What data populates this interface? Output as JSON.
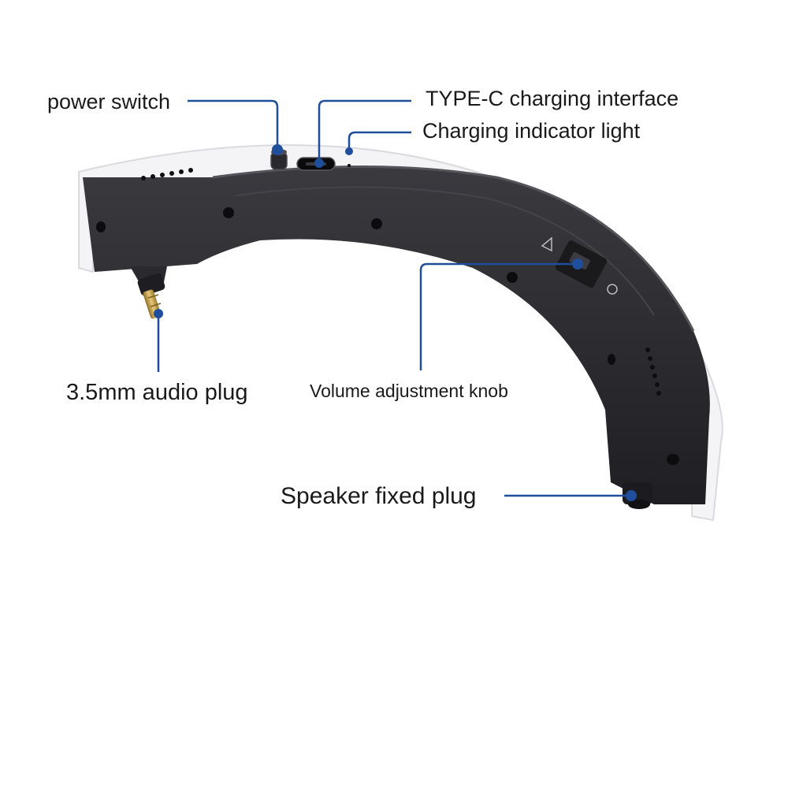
{
  "labels": {
    "power_switch": "power switch",
    "type_c": "TYPE-C charging interface",
    "charging_light": "Charging indicator light",
    "audio_plug": "3.5mm audio plug",
    "volume_knob": "Volume adjustment knob",
    "speaker_plug": "Speaker fixed plug"
  },
  "colors": {
    "callout": "#1f4e9c",
    "body": "#2c2c30",
    "shell": "#f4f4f6",
    "plug_gold": "#c8a24a"
  }
}
